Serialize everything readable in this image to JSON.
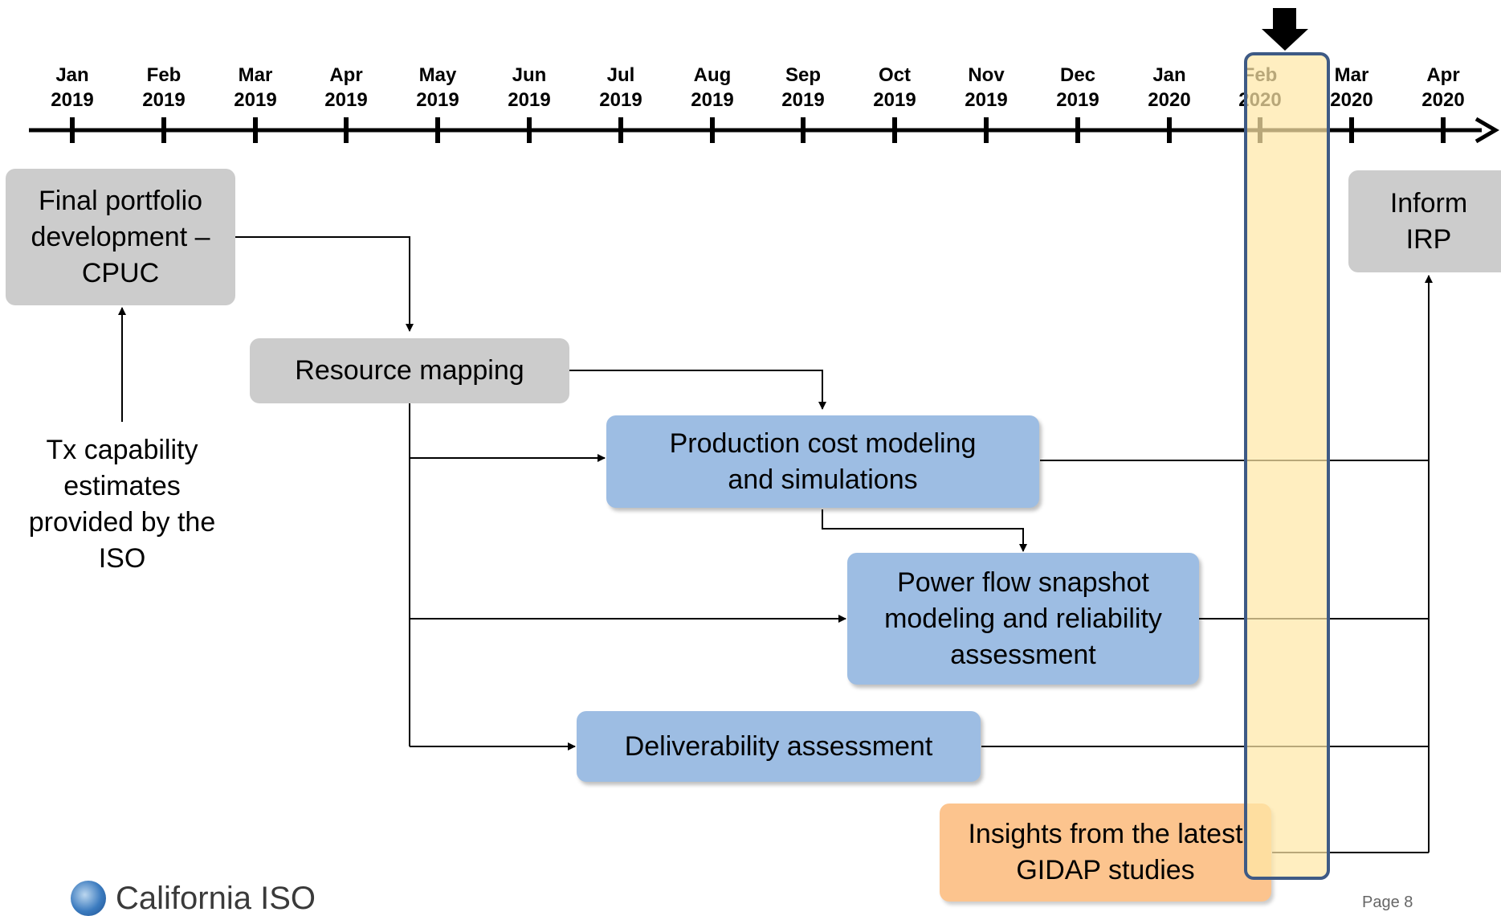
{
  "timeline": {
    "months": [
      {
        "m": "Jan",
        "y": "2019"
      },
      {
        "m": "Feb",
        "y": "2019"
      },
      {
        "m": "Mar",
        "y": "2019"
      },
      {
        "m": "Apr",
        "y": "2019"
      },
      {
        "m": "May",
        "y": "2019"
      },
      {
        "m": "Jun",
        "y": "2019"
      },
      {
        "m": "Jul",
        "y": "2019"
      },
      {
        "m": "Aug",
        "y": "2019"
      },
      {
        "m": "Sep",
        "y": "2019"
      },
      {
        "m": "Oct",
        "y": "2019"
      },
      {
        "m": "Nov",
        "y": "2019"
      },
      {
        "m": "Dec",
        "y": "2019"
      },
      {
        "m": "Jan",
        "y": "2020"
      },
      {
        "m": "Feb",
        "y": "2020"
      },
      {
        "m": "Mar",
        "y": "2020"
      },
      {
        "m": "Apr",
        "y": "2020"
      }
    ],
    "current_month": "Feb 2020"
  },
  "boxes": {
    "final_portfolio": "Final portfolio development – CPUC",
    "inform_irp": "Inform IRP",
    "resource_mapping": "Resource mapping",
    "production_cost": "Production cost modeling and simulations",
    "power_flow": "Power flow snapshot modeling and reliability assessment",
    "deliverability": "Deliverability assessment",
    "insights": "Insights from the latest GIDAP studies"
  },
  "notes": {
    "tx_capability": "Tx capability estimates provided by the ISO"
  },
  "footer": {
    "logo_text": "California ISO",
    "page": "Page 8"
  },
  "colors": {
    "gray_box": "#cccccc",
    "blue_box": "#9dbde3",
    "orange_box": "#fcc48e",
    "highlight_fill": "#ffe8a8",
    "highlight_border": "#3e5a85"
  }
}
